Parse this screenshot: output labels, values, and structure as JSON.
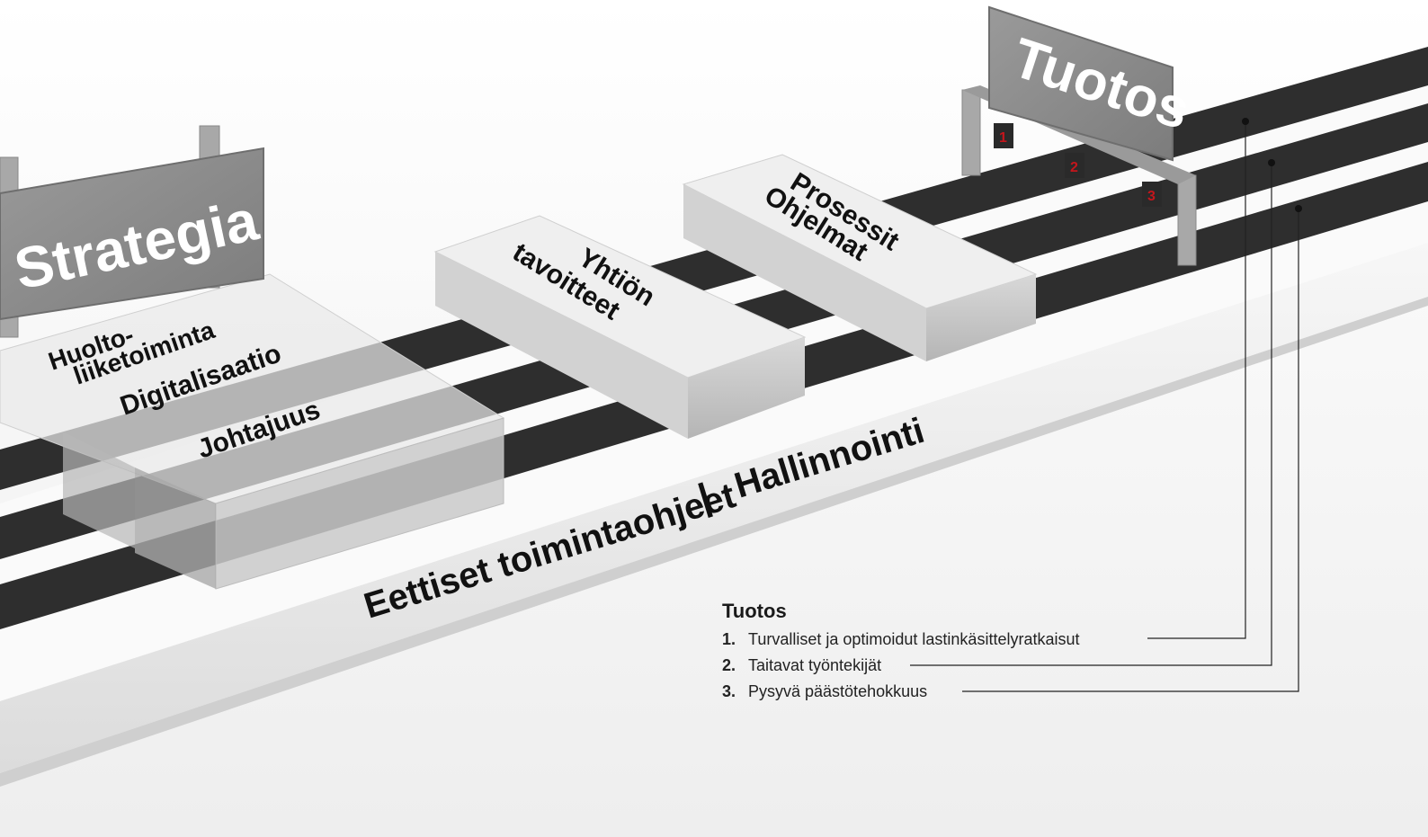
{
  "signs": {
    "strategia": "Strategia",
    "tuotos": "Tuotos"
  },
  "strategy_block": {
    "line1a": "Huolto-",
    "line1b": "liiketoiminta",
    "line2": "Digitalisaatio",
    "line3": "Johtajuus"
  },
  "company_block": {
    "line1": "Yhtiön",
    "line2": "tavoitteet"
  },
  "process_block": {
    "line1": "Prosessit",
    "line2": "Ohjelmat"
  },
  "base": {
    "label_left": "Eettiset toimintaohjeet",
    "separator": "|",
    "label_right": "Hallinnointi"
  },
  "markers": [
    "1",
    "2",
    "3"
  ],
  "legend": {
    "title": "Tuotos",
    "items": [
      {
        "num": "1.",
        "text": "Turvalliset ja optimoidut lastinkäsittelyratkaisut"
      },
      {
        "num": "2.",
        "text": "Taitavat työntekijät"
      },
      {
        "num": "3.",
        "text": "Pysyvä päästötehokkuus"
      }
    ]
  },
  "colors": {
    "track": "#2e2e2e",
    "sign": "#8c8c8c",
    "marker": "#c4161c",
    "background": "#f4f4f4"
  }
}
